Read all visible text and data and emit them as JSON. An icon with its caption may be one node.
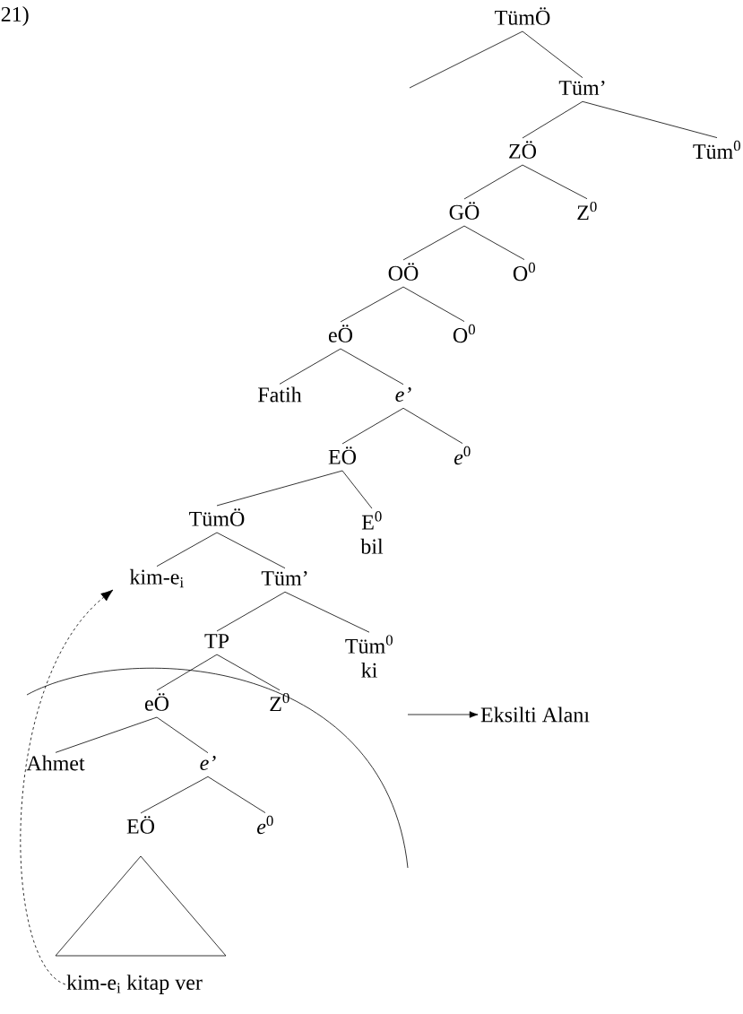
{
  "diagram": {
    "nodes": [
      {
        "text": [
          "TümÖ"
        ]
      },
      {
        "text": [
          "Tüm’"
        ]
      },
      {
        "text": [
          "ZÖ"
        ]
      },
      {
        "text": [
          "Tüm$^{0}$"
        ]
      },
      {
        "text": [
          "GÖ"
        ]
      },
      {
        "text": [
          "Z$^{0}$"
        ]
      },
      {
        "text": [
          "OÖ"
        ]
      },
      {
        "text": [
          "O$^{0}$"
        ]
      },
      {
        "text": [
          "eÖ"
        ]
      },
      {
        "text": [
          "O$^{0}$"
        ]
      },
      {
        "text": [
          "Fatih"
        ]
      },
      {
        "text": [
          "*e’*"
        ]
      },
      {
        "text": [
          "EÖ"
        ]
      },
      {
        "text": [
          "*e*$^{0}$"
        ]
      },
      {
        "text": [
          "TümÖ"
        ]
      },
      {
        "text": [
          "E$^{0}$",
          "bil"
        ]
      },
      {
        "text": [
          "kim-e$_{i}$"
        ]
      },
      {
        "text": [
          "Tüm’"
        ]
      },
      {
        "text": [
          "TP"
        ]
      },
      {
        "text": [
          "Tüm$^{0}$",
          "ki"
        ]
      },
      {
        "text": [],
        "shape": "arc"
      },
      {
        "text": [
          "eÖ"
        ],
        "in": 20
      },
      {
        "text": [
          "Z$^{0}$"
        ],
        "in": 20
      },
      {
        "text": [
          "Ahmet"
        ],
        "in": 20
      },
      {
        "text": [
          "*e’*"
        ],
        "in": 20
      },
      {
        "text": [
          "EÖ"
        ],
        "in": 20
      },
      {
        "text": [
          "*e*$^{0}$"
        ],
        "in": 20
      },
      {
        "text": [
          "kim-e$_{i}$ kitap ver"
        ]
      },
      {
        "text": [
          "Eksilti Alanı"
        ]
      }
    ],
    "edges": [
      {
        "from": 0,
        "to": null,
        "arrow": "none"
      },
      {
        "from": 0,
        "to": 1,
        "arrow": "none"
      },
      {
        "from": 1,
        "to": 2,
        "arrow": "none"
      },
      {
        "from": 1,
        "to": 3,
        "arrow": "none"
      },
      {
        "from": 2,
        "to": 4,
        "arrow": "none"
      },
      {
        "from": 2,
        "to": 5,
        "arrow": "none"
      },
      {
        "from": 4,
        "to": 6,
        "arrow": "none"
      },
      {
        "from": 4,
        "to": 7,
        "arrow": "none"
      },
      {
        "from": 6,
        "to": 8,
        "arrow": "none"
      },
      {
        "from": 6,
        "to": 9,
        "arrow": "none"
      },
      {
        "from": 8,
        "to": 10,
        "arrow": "none"
      },
      {
        "from": 8,
        "to": 11,
        "arrow": "none"
      },
      {
        "from": 11,
        "to": 12,
        "arrow": "none"
      },
      {
        "from": 11,
        "to": 13,
        "arrow": "none"
      },
      {
        "from": 12,
        "to": 14,
        "arrow": "none"
      },
      {
        "from": 12,
        "to": 15,
        "arrow": "none"
      },
      {
        "from": 14,
        "to": 16,
        "arrow": "none"
      },
      {
        "from": 14,
        "to": 17,
        "arrow": "none"
      },
      {
        "from": 17,
        "to": 18,
        "arrow": "none"
      },
      {
        "from": 17,
        "to": 19,
        "arrow": "none"
      },
      {
        "from": 18,
        "to": 21,
        "arrow": "none"
      },
      {
        "from": 18,
        "to": 22,
        "arrow": "none"
      },
      {
        "from": 21,
        "to": 23,
        "arrow": "none"
      },
      {
        "from": 21,
        "to": 24,
        "arrow": "none"
      },
      {
        "from": 24,
        "to": 25,
        "arrow": "none"
      },
      {
        "from": 24,
        "to": 26,
        "arrow": "none"
      },
      {
        "from": 27,
        "to": 16,
        "arrow": "to",
        "style": "dashed"
      },
      {
        "from": 20,
        "to": 28,
        "arrow": "to"
      }
    ],
    "labels": [
      "21)"
    ]
  }
}
